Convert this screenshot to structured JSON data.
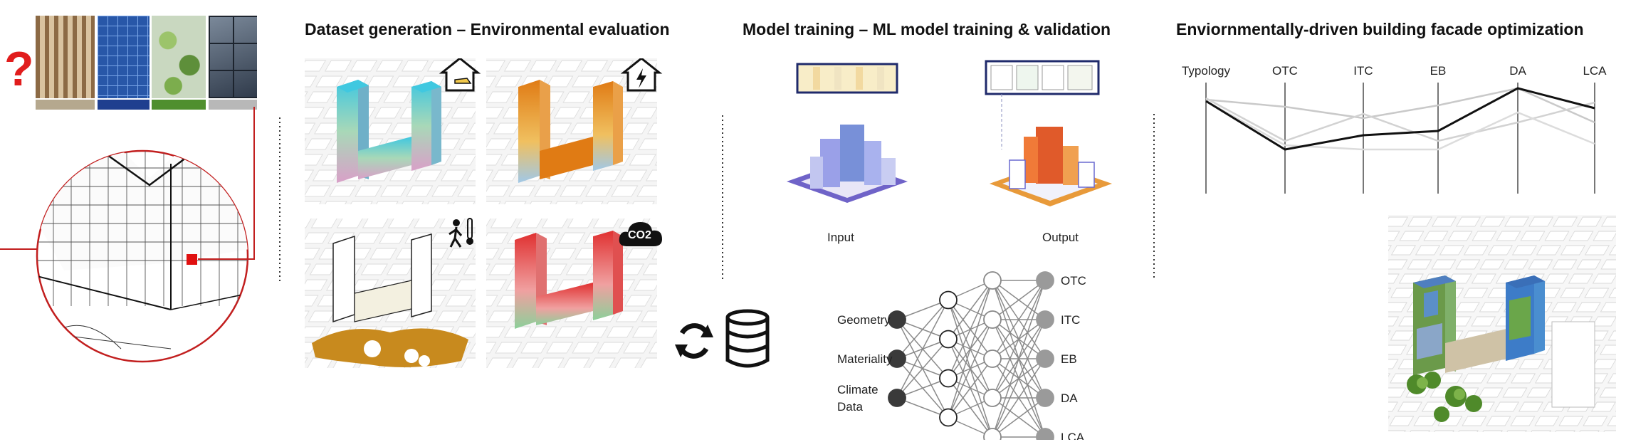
{
  "sections": {
    "dataset": {
      "title": "Dataset generation – Environmental evaluation"
    },
    "training": {
      "title": "Model training – ML model training & validation",
      "input_label": "Input",
      "output_label": "Output"
    },
    "optimization": {
      "title": "Enviornmentally-driven building facade optimization"
    }
  },
  "facade_question": {
    "symbol": "?",
    "color": "#e11d1d"
  },
  "network": {
    "inputs": [
      "Geometry",
      "Materiality",
      "Climate Data"
    ],
    "outputs": [
      "OTC",
      "ITC",
      "EB",
      "DA",
      "LCA"
    ],
    "hidden_layers": [
      4,
      5
    ]
  },
  "parallel_axes": {
    "axes": [
      "Typology",
      "OTC",
      "ITC",
      "EB",
      "DA",
      "LCA"
    ]
  },
  "icons": {
    "energy": "house-energy-icon",
    "power": "house-lightning-icon",
    "comfort": "person-thermometer-icon",
    "co2": "co2-cloud-icon",
    "cycle": "refresh-icon",
    "database": "database-icon"
  },
  "co2_text": "CO2",
  "colors": {
    "accent_red": "#d11f1f",
    "heat_orange": "#e07b14",
    "facade_blue": "#3b7dc4",
    "green": "#5a9a3a"
  }
}
